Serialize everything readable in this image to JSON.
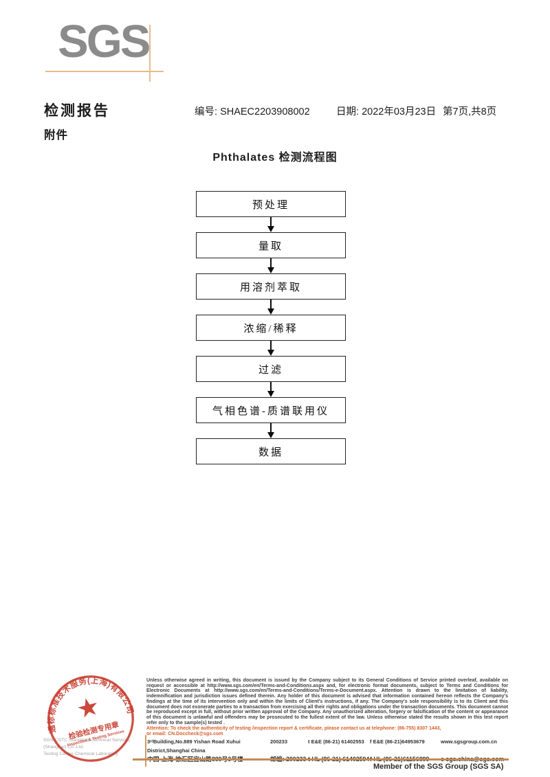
{
  "logo": {
    "text": "SGS"
  },
  "header": {
    "report_title": "检测报告",
    "number_label": "编号:",
    "number_value": "SHAEC2203908002",
    "date_label": "日期:",
    "date_value": "2022年03月23日",
    "page_info": "第7页,共8页",
    "attachment_label": "附件"
  },
  "flowchart": {
    "title": "Phthalates 检测流程图",
    "steps": [
      "预处理",
      "量取",
      "用溶剂萃取",
      "浓缩/稀释",
      "过滤",
      "气相色谱-质谱联用仪",
      "数据"
    ]
  },
  "stamp": {
    "arc_text": "通标标准技术服务(上海)有限公司",
    "star_glyph": "★",
    "center_line1": "检验检测专用章",
    "center_line2": "Inspection & Testing Services",
    "company_en_line1": "SGS-CSTC Standards Technical Services (Shanghai) Co.,Ltd.",
    "company_en_line2": "Testing Center-Chemical Laboratory"
  },
  "footer": {
    "disclaimer": "Unless otherwise agreed in writing, this document is issued by the Company subject to its General Conditions of Service printed overleaf, available on request or accessible at http://www.sgs.com/en/Terms-and-Conditions.aspx and, for electronic format documents, subject to Terms and Conditions for Electronic Documents at http://www.sgs.com/en/Terms-and-Conditions/Terms-e-Document.aspx. Attention is drawn to the limitation of liability, indemnification and jurisdiction issues defined therein. Any holder of this document is advised that information contained hereon reflects the Company's findings at the time of its intervention only and within the limits of Client's instructions, if any. The Company's sole responsibility is to its Client and this document does not exonerate parties to a transaction from exercising all their rights and obligations under the transaction documents. This document cannot be reproduced except in full, without prior written approval of the Company. Any unauthorized alteration, forgery or falsification of the content or appearance of this document is unlawful and offenders may be prosecuted to the fullest extent of the law. Unless otherwise stated the results shown in this test report refer only to the sample(s) tested .",
    "attention_line1": "Attention: To check the authenticity of testing /inspection report & certificate, please contact us at telephone: (86-755) 8307 1443,",
    "attention_line2": "or email: CN.Doccheck@sgs.com",
    "address_en": "3ʳᵈBuilding,No.889 Yishan Road Xuhui District,Shanghai China",
    "postal_en": "200233",
    "tel_en": "t E&E (86-21) 61402553",
    "fax_en": "f E&E (86-21)64953679",
    "web": "www.sgsgroup.com.cn",
    "address_cn": "中国·上海·徐汇区宜山路889号3号楼",
    "postal_cn": "邮编: 200233",
    "tel_cn": "t HL (86-21) 61402594",
    "fax_cn": "f HL (86-21)61156899",
    "email": "e  sgs.china@sgs.com",
    "member": "Member of the SGS Group (SGS SA)"
  },
  "colors": {
    "logo_gray": "#8b8b8b",
    "crosshair_tan": "#e6bb8d",
    "footer_rule_tan": "#c08b55",
    "stamp_red": "#c5392b",
    "attention_orange": "#d95f28"
  }
}
